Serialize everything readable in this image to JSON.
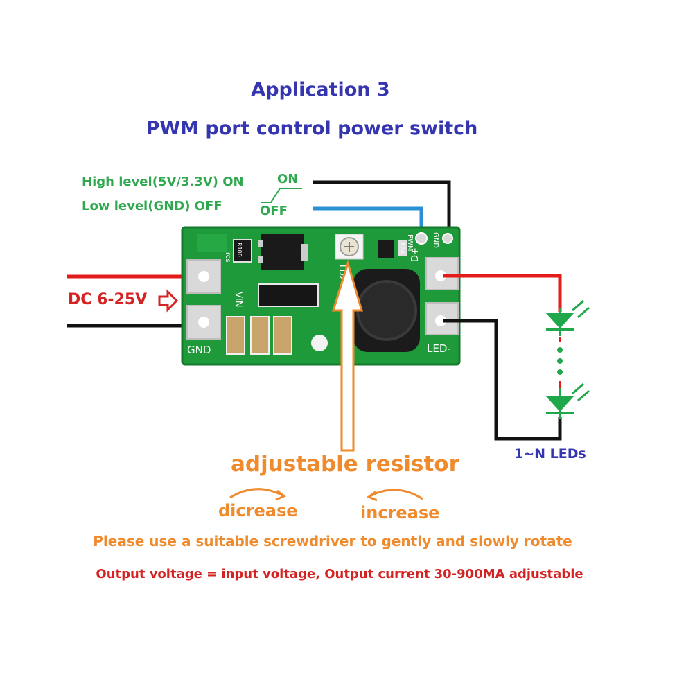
{
  "title": "Application 3",
  "subtitle": "PWM port control power switch",
  "signal": {
    "high_label": "High level(5V/3.3V) ON",
    "low_label": "Low level(GND) OFF",
    "on_label": "ON",
    "off_label": "OFF"
  },
  "input_label": "DC 6-25V",
  "leds_label": "1~N LEDs",
  "board": {
    "pin_pwm": "PWM",
    "pin_gnd_top": "GND",
    "pin_vin": "VIN",
    "pin_gnd": "GND",
    "pin_dplus": "D+",
    "pin_ledminus": "LED-",
    "model": "LD24AJTA",
    "resistor_code": "R100",
    "rcs": "rcs",
    "r24": "R24"
  },
  "adjust": {
    "title": "adjustable resistor",
    "decrease": "dicrease",
    "increase": "increase"
  },
  "note": "Please use a suitable screwdriver to gently and slowly rotate",
  "output_note": "Output voltage = input voltage, Output current 30-900MA adjustable",
  "colors": {
    "title": "#3535b0",
    "green_text": "#2fa84f",
    "red_text": "#d42323",
    "orange": "#ef8a2d",
    "pcb": "#1f9a3a",
    "wire_red": "#e31b1b",
    "wire_black": "#111111",
    "wire_blue": "#2b8fd6",
    "led_green": "#1fa84a"
  }
}
